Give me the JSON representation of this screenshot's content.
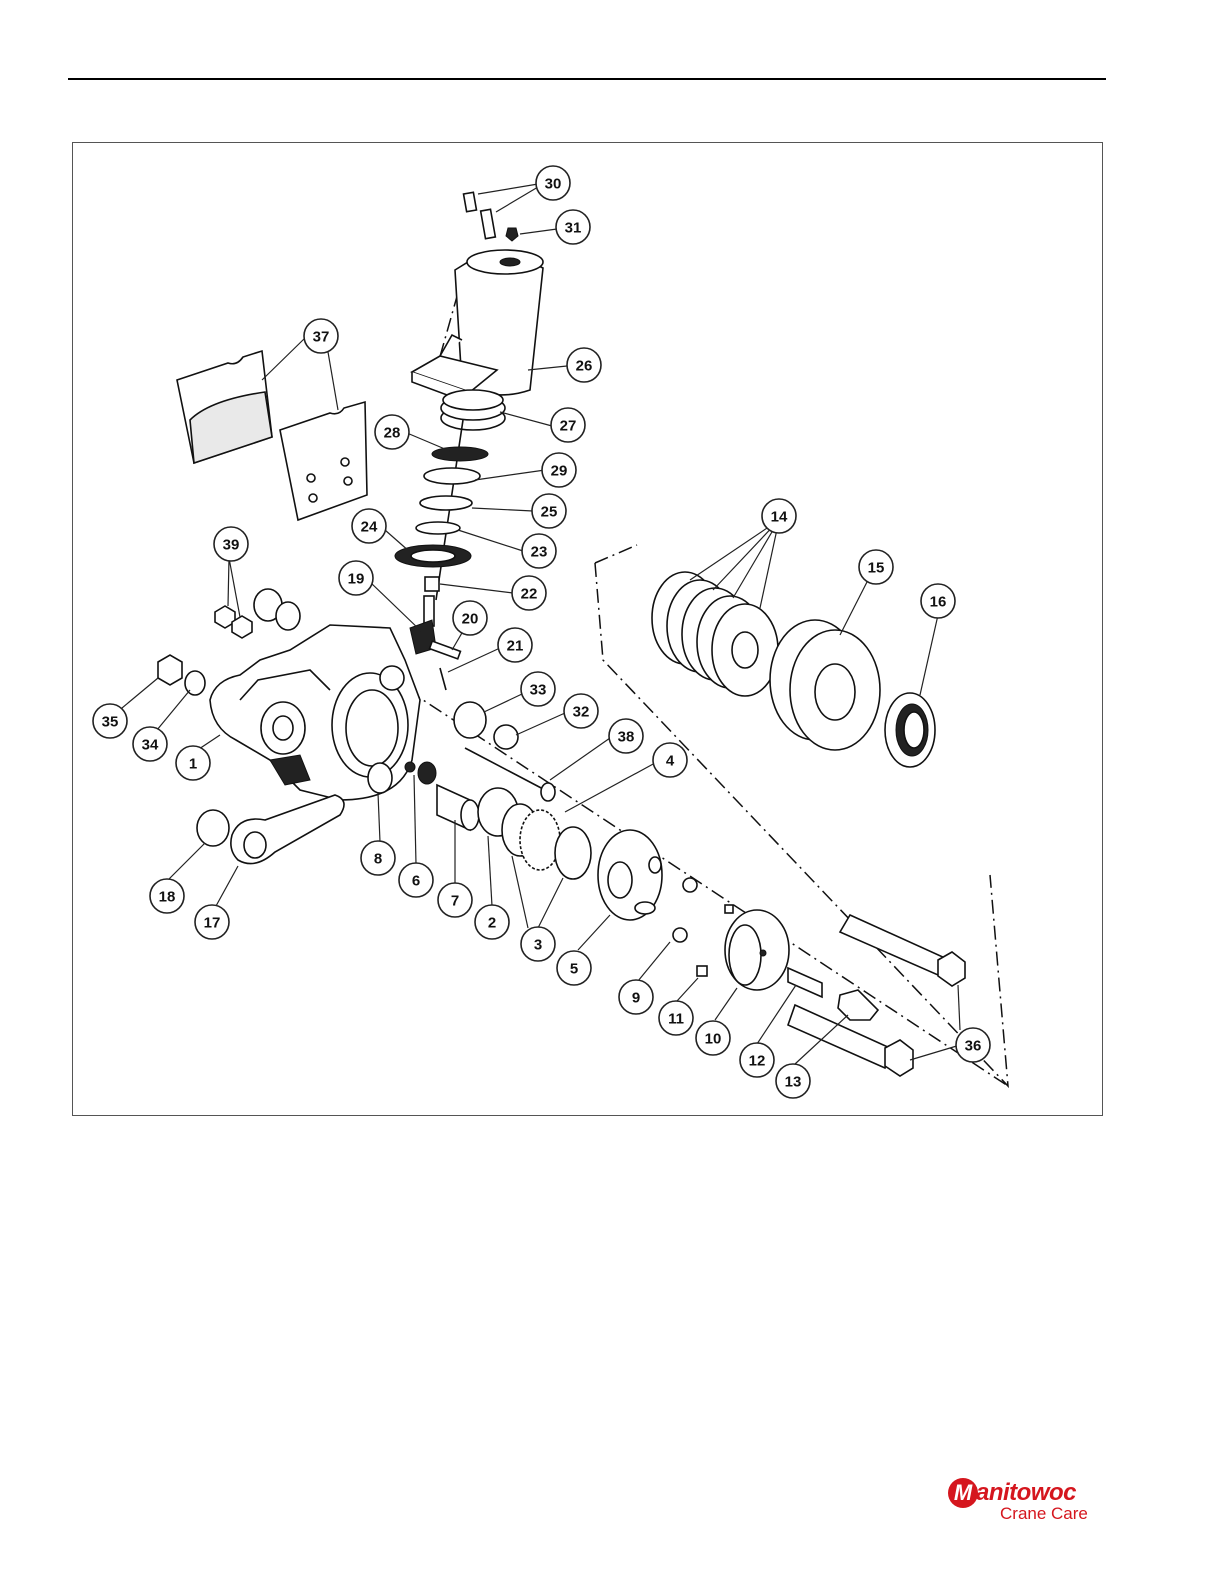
{
  "figure": {
    "title": "",
    "callouts": [
      "1",
      "2",
      "3",
      "4",
      "5",
      "6",
      "7",
      "8",
      "9",
      "10",
      "11",
      "12",
      "13",
      "14",
      "15",
      "16",
      "17",
      "18",
      "19",
      "20",
      "21",
      "22",
      "23",
      "24",
      "25",
      "26",
      "27",
      "28",
      "29",
      "30",
      "31",
      "32",
      "33",
      "34",
      "35",
      "36",
      "37",
      "38",
      "39"
    ]
  },
  "logo": {
    "brand": "Manitowoc",
    "brand_mark": "M",
    "brand_rest": "anitowoc",
    "subtitle": "Crane Care",
    "color": "#d5161e"
  }
}
